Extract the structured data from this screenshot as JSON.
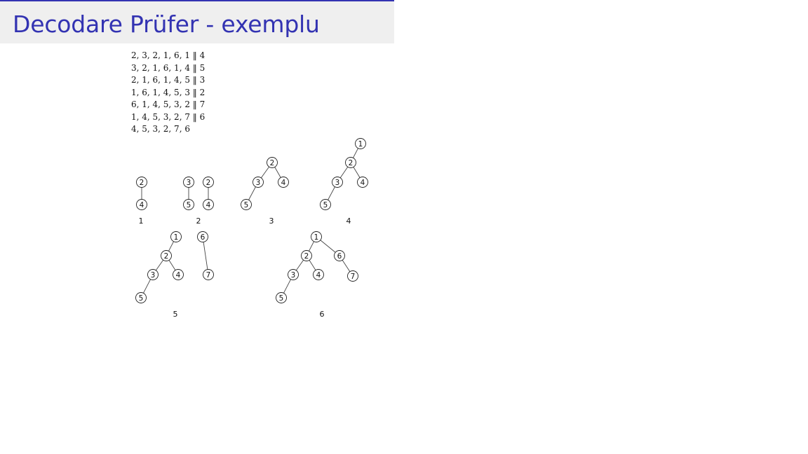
{
  "slide": {
    "title": "Decodare Prüfer - exemplu"
  },
  "sequences": [
    "2, 3, 2, 1, 6, 1 ‖ 4",
    "3, 2, 1, 6, 1, 4 ‖ 5",
    "2, 1, 6, 1, 4, 5 ‖ 3",
    "1, 6, 1, 4, 5, 3 ‖ 2",
    "6, 1, 4, 5, 3, 2 ‖ 7",
    "1, 4, 5, 3, 2, 7 ‖ 6",
    "4, 5, 3, 2, 7, 6"
  ],
  "colors": {
    "title": "#3333b2",
    "title_bar": "#efefef"
  },
  "steps": [
    {
      "label": "1",
      "nodes": [
        "2",
        "4"
      ],
      "edges": [
        [
          "2",
          "4"
        ]
      ]
    },
    {
      "label": "2",
      "nodes": [
        "3",
        "5",
        "2",
        "4"
      ],
      "edges": [
        [
          "3",
          "5"
        ],
        [
          "2",
          "4"
        ]
      ]
    },
    {
      "label": "3",
      "nodes": [
        "2",
        "3",
        "4",
        "5"
      ],
      "edges": [
        [
          "2",
          "3"
        ],
        [
          "2",
          "4"
        ],
        [
          "3",
          "5"
        ]
      ]
    },
    {
      "label": "4",
      "nodes": [
        "1",
        "2",
        "3",
        "4",
        "5"
      ],
      "edges": [
        [
          "1",
          "2"
        ],
        [
          "2",
          "3"
        ],
        [
          "2",
          "4"
        ],
        [
          "3",
          "5"
        ]
      ]
    },
    {
      "label": "5",
      "nodes": [
        "1",
        "2",
        "3",
        "4",
        "5",
        "6",
        "7"
      ],
      "edges": [
        [
          "1",
          "2"
        ],
        [
          "2",
          "3"
        ],
        [
          "2",
          "4"
        ],
        [
          "3",
          "5"
        ],
        [
          "6",
          "7"
        ]
      ]
    },
    {
      "label": "6",
      "nodes": [
        "1",
        "2",
        "6",
        "3",
        "4",
        "7",
        "5"
      ],
      "edges": [
        [
          "1",
          "2"
        ],
        [
          "1",
          "6"
        ],
        [
          "2",
          "3"
        ],
        [
          "2",
          "4"
        ],
        [
          "6",
          "7"
        ],
        [
          "3",
          "5"
        ]
      ]
    }
  ]
}
